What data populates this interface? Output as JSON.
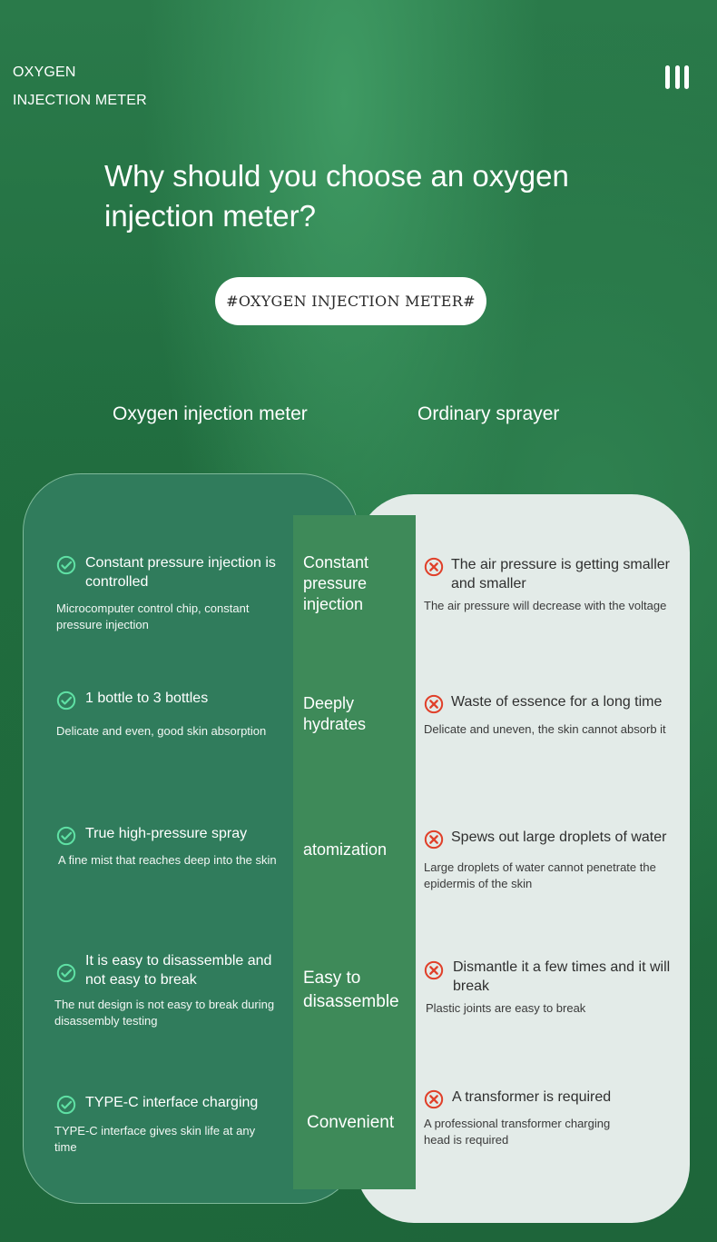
{
  "brand": {
    "line1": "OXYGEN",
    "line2": "INJECTION METER"
  },
  "headline": "Why should you choose an oxygen injection meter?",
  "tag": "#OXYGEN INJECTION METER#",
  "columns": {
    "left": "Oxygen injection meter",
    "right": "Ordinary sprayer"
  },
  "rows": [
    {
      "mid": "Constant pressure injection",
      "left_title": "Constant pressure injection is controlled",
      "left_desc": "Microcomputer control chip, constant pressure injection",
      "right_title": "The air pressure is getting smaller and smaller",
      "right_desc": "The air pressure will decrease with the voltage"
    },
    {
      "mid": "Deeply hydrates",
      "left_title": "1 bottle to 3 bottles",
      "left_desc": "Delicate and even, good skin absorption",
      "right_title": "Waste of essence for a long time",
      "right_desc": "Delicate and uneven, the skin cannot absorb it"
    },
    {
      "mid": "atomization",
      "left_title": "True high-pressure spray",
      "left_desc": "A fine mist that reaches deep into the skin",
      "right_title": "Spews out large droplets of water",
      "right_desc": "Large droplets of water cannot penetrate the epidermis of the skin"
    },
    {
      "mid": "Easy to disassemble",
      "left_title": "It is easy to disassemble and not easy to break",
      "left_desc": "The nut design is not easy to break during disassembly testing",
      "right_title": "Dismantle it a few times and it will break",
      "right_desc": "Plastic joints are easy to break"
    },
    {
      "mid": "Convenient",
      "left_title": "TYPE-C interface charging",
      "left_desc": "TYPE-C interface gives skin life at any time",
      "right_title": "A transformer is required",
      "right_desc": "A professional transformer charging head is required"
    }
  ],
  "icons": {
    "menu": "menu-icon",
    "check": "check-circle-icon",
    "cross": "x-circle-icon"
  },
  "colors": {
    "check": "#5fe0a4",
    "cross": "#e0402a",
    "mid_column": "#3e8a59",
    "left_panel": "#307c5c",
    "right_panel": "#e3ebe8"
  }
}
